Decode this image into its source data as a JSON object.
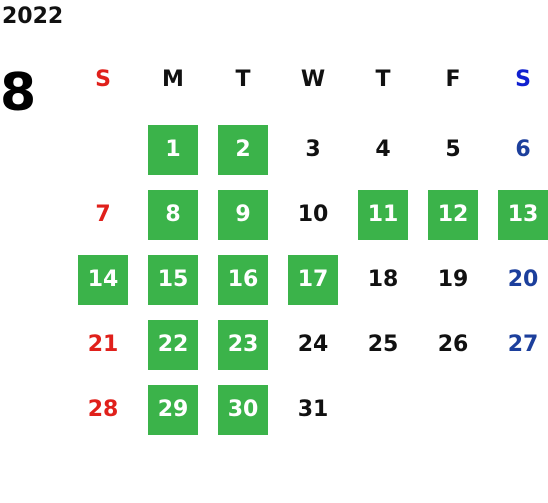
{
  "calendar": {
    "year": "2022",
    "month": "8",
    "weekdays": [
      {
        "label": "S",
        "kind": "sun"
      },
      {
        "label": "M",
        "kind": "wk"
      },
      {
        "label": "T",
        "kind": "wk"
      },
      {
        "label": "W",
        "kind": "wk"
      },
      {
        "label": "T",
        "kind": "wk"
      },
      {
        "label": "F",
        "kind": "wk"
      },
      {
        "label": "S",
        "kind": "sat"
      }
    ],
    "first_weekday_index": 1,
    "days_in_month": 31,
    "highlighted_days": [
      1,
      2,
      8,
      9,
      11,
      12,
      13,
      14,
      15,
      16,
      17,
      22,
      23,
      29,
      30
    ]
  },
  "colors": {
    "highlight": "#3bb34a",
    "sunday": "#e0201b",
    "saturday": "#1c3f9c",
    "weekday": "#111111",
    "sunday_header": "#e0201b",
    "saturday_header": "#1020d0",
    "weekday_header": "#111111",
    "highlight_text": "#ffffff"
  }
}
